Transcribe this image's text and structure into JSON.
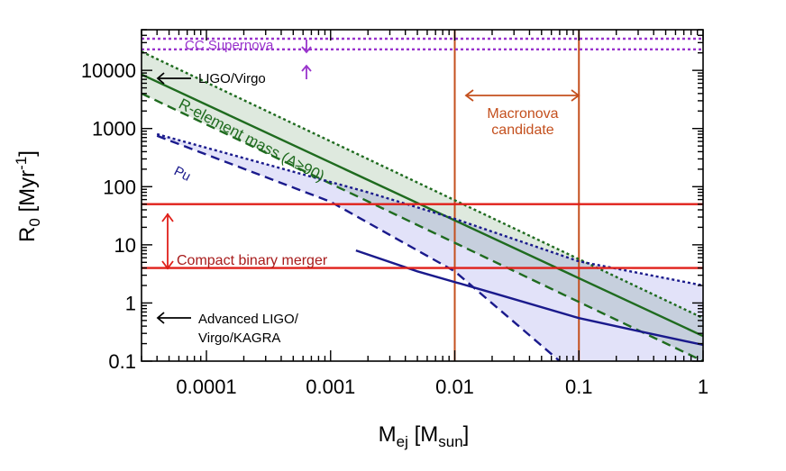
{
  "chart_data": {
    "type": "line",
    "xscale": "log",
    "yscale": "log",
    "xlim": [
      3e-05,
      1
    ],
    "ylim": [
      0.1,
      50000
    ],
    "grid": false,
    "xlabel": {
      "main": "M",
      "sub": "ej",
      "rest": " [M",
      "unit_sub": "sun",
      "end": "]"
    },
    "ylabel": {
      "main": "R",
      "sub": "0",
      "rest": " [Myr",
      "sup": "-1",
      "end": "]"
    },
    "x_ticks": [
      {
        "value": 0.0001,
        "label": "0.0001"
      },
      {
        "value": 0.001,
        "label": "0.001"
      },
      {
        "value": 0.01,
        "label": "0.01"
      },
      {
        "value": 0.1,
        "label": "0.1"
      },
      {
        "value": 1,
        "label": "1"
      }
    ],
    "y_ticks": [
      {
        "value": 0.1,
        "label": "0.1"
      },
      {
        "value": 1,
        "label": "1"
      },
      {
        "value": 10,
        "label": "10"
      },
      {
        "value": 100,
        "label": "100"
      },
      {
        "value": 1000,
        "label": "1000"
      },
      {
        "value": 10000,
        "label": "10000"
      }
    ],
    "series": [
      {
        "key": "rel_upper",
        "color": "#1f6b1f",
        "style": "dotted",
        "x": [
          3e-05,
          1
        ],
        "y": [
          21000,
          0.55
        ]
      },
      {
        "key": "rel_mid",
        "color": "#1f6b1f",
        "style": "solid",
        "x": [
          3e-05,
          1
        ],
        "y": [
          8500,
          0.27
        ]
      },
      {
        "key": "rel_lower",
        "color": "#1f6b1f",
        "style": "dashed",
        "x": [
          3e-05,
          1
        ],
        "y": [
          4000,
          0.1
        ]
      },
      {
        "key": "pu_upper",
        "color": "#1a1a8c",
        "style": "dotted",
        "x": [
          4e-05,
          0.002,
          0.01,
          0.1,
          1
        ],
        "y": [
          800,
          80,
          28,
          5.2,
          2.0
        ]
      },
      {
        "key": "pu_mid",
        "color": "#1a1a8c",
        "style": "solid",
        "x": [
          0.0016,
          0.005,
          0.02,
          0.1,
          0.3,
          1
        ],
        "y": [
          8,
          3.5,
          1.5,
          0.55,
          0.33,
          0.19
        ]
      },
      {
        "key": "pu_lower",
        "color": "#1a1a8c",
        "style": "dashed",
        "x": [
          4e-05,
          0.001,
          0.01,
          0.07
        ],
        "y": [
          750,
          55,
          3.5,
          0.1
        ]
      },
      {
        "key": "cc_sn_upper",
        "color": "#9933cc",
        "style": "dotted",
        "x": [
          3e-05,
          1
        ],
        "y": [
          35000,
          35000
        ]
      },
      {
        "key": "cc_sn_lower",
        "color": "#9933cc",
        "style": "dotted",
        "x": [
          3e-05,
          1
        ],
        "y": [
          23000,
          23000
        ]
      },
      {
        "key": "merger_upper",
        "color": "#e0201a",
        "style": "solid",
        "x": [
          3e-05,
          1
        ],
        "y": [
          50,
          50
        ]
      },
      {
        "key": "merger_lower",
        "color": "#e0201a",
        "style": "solid",
        "x": [
          3e-05,
          1
        ],
        "y": [
          4,
          4
        ]
      }
    ],
    "bands": [
      {
        "key": "rel_band",
        "color": "#1f6b1f",
        "opacity": 0.15,
        "upper": {
          "x": [
            3e-05,
            1
          ],
          "y": [
            21000,
            0.55
          ]
        },
        "lower": {
          "x": [
            3e-05,
            1
          ],
          "y": [
            4000,
            0.1
          ]
        }
      },
      {
        "key": "pu_band",
        "color": "#3b3bd6",
        "opacity": 0.15,
        "upper": {
          "x": [
            4e-05,
            0.002,
            0.01,
            0.1,
            1
          ],
          "y": [
            800,
            80,
            28,
            5.2,
            2.0
          ]
        },
        "lower": {
          "x": [
            4e-05,
            0.001,
            0.01,
            0.07,
            1
          ],
          "y": [
            750,
            55,
            3.5,
            0.1,
            0.1
          ]
        }
      }
    ],
    "vlines": [
      {
        "key": "macronova_low",
        "x": 0.01,
        "color": "#c4501e"
      },
      {
        "key": "macronova_high",
        "x": 0.1,
        "color": "#c4501e"
      }
    ],
    "annotations": {
      "cc_supernova": {
        "text": "CC Supernova",
        "color": "#9933cc"
      },
      "ligo_virgo": {
        "text": "LIGO/Virgo",
        "color": "#000000"
      },
      "macronova_line1": {
        "text": "Macronova",
        "color": "#c4501e"
      },
      "macronova_line2": {
        "text": "candidate",
        "color": "#c4501e"
      },
      "r_element": {
        "text": "R-element mass (A≥90)",
        "color": "#1f6b1f"
      },
      "pu": {
        "text": "Pu",
        "color": "#1a1a8c"
      },
      "compact_binary": {
        "text": "Compact binary merger",
        "color": "#a81c1c"
      },
      "advanced_ligo_line1": {
        "text": "Advanced LIGO/",
        "color": "#000000"
      },
      "advanced_ligo_line2": {
        "text": "Virgo/KAGRA",
        "color": "#000000"
      }
    }
  }
}
